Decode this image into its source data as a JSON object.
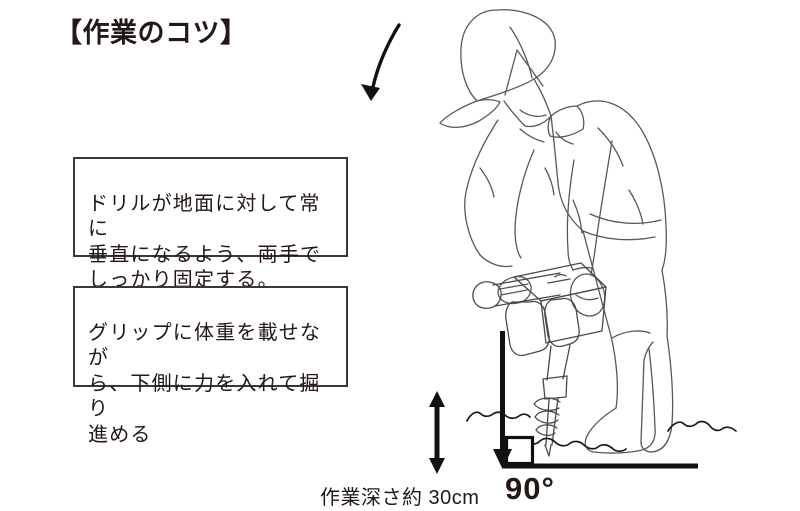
{
  "page": {
    "title": "【作業のコツ】"
  },
  "tips": [
    {
      "text": "ドリルが地面に対して常に\n垂直になるよう、両手で\nしっかり固定する。"
    },
    {
      "text": "グリップに体重を載せなが\nら、下側に力を入れて掘り\n進める"
    }
  ],
  "measurements": {
    "depth_label": "作業深さ約 30cm",
    "angle_label": "90°"
  },
  "icons": {
    "rotation_arrow": "curved-down-arrow",
    "depth_arrow": "vertical-double-headed-arrow",
    "drop_arrow": "thick-down-arrow",
    "right_angle_marker": "right-angle-square"
  },
  "colors": {
    "text": "#231815",
    "figure_line": "#595757",
    "drill_line": "#4c4948",
    "emphasis_line": "#1a1a1a"
  }
}
